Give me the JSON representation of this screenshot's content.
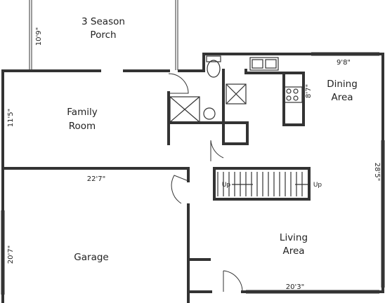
{
  "rooms": {
    "porch": [
      "3 Season",
      "Porch"
    ],
    "family": [
      "Family",
      "Room"
    ],
    "dining": [
      "Dining",
      "Area"
    ],
    "living": [
      "Living",
      "Area"
    ],
    "garage": "Garage"
  },
  "dimensions": {
    "porch_depth": "10'9\"",
    "family_depth": "11'5\"",
    "family_width": "22'7\"",
    "garage_depth": "20'7\"",
    "dining_width": "9'8\"",
    "dining_depth": "8'7\"",
    "living_depth": "28'5\"",
    "living_width": "20'3\""
  },
  "stairs": {
    "left_label": "Up",
    "right_label": "Up"
  }
}
